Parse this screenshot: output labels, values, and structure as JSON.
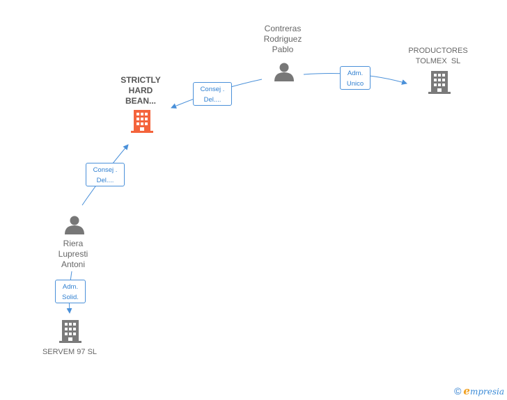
{
  "colors": {
    "edge": "#4a90d9",
    "person": "#777777",
    "company_gray": "#7a7a7a",
    "company_highlight": "#f4643c"
  },
  "nodes": {
    "contreras": {
      "icon": "person-icon",
      "lines": [
        "Contreras",
        "Rodriguez",
        "Pablo"
      ]
    },
    "strictly": {
      "icon": "building-icon",
      "lines": [
        "STRICTLY",
        "HARD",
        "BEAN..."
      ]
    },
    "productores": {
      "icon": "building-icon",
      "lines": [
        "PRODUCTORES",
        "TOLMEX  SL"
      ]
    },
    "riera": {
      "icon": "person-icon",
      "lines": [
        "Riera",
        "Lupresti",
        "Antoni"
      ]
    },
    "servem": {
      "icon": "building-icon",
      "lines": [
        "SERVEM 97 SL"
      ]
    }
  },
  "edges": {
    "contreras_strictly": {
      "lines": [
        "Consej .",
        "Del...."
      ]
    },
    "contreras_productores": {
      "lines": [
        "Adm.",
        "Unico"
      ]
    },
    "riera_strictly": {
      "lines": [
        "Consej .",
        "Del...."
      ]
    },
    "riera_servem": {
      "lines": [
        "Adm.",
        "Solid."
      ]
    }
  },
  "watermark": {
    "copyright": "©",
    "brand_initial": "e",
    "brand_rest": "mpresia"
  }
}
